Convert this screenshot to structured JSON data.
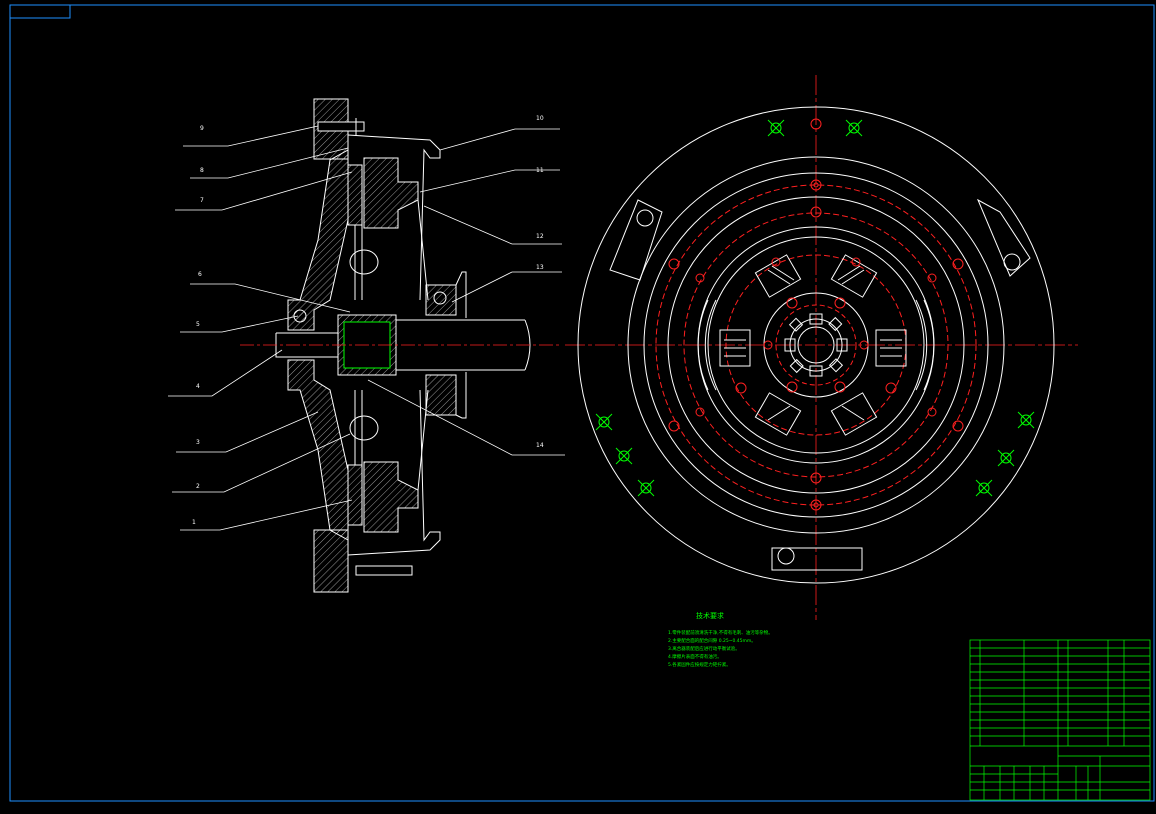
{
  "drawing": {
    "colors": {
      "background": "#000000",
      "frame": "#1e90ff",
      "lines": "#ffffff",
      "centerlines": "#ff2020",
      "annotation": "#00ff00"
    },
    "callouts": [
      "1",
      "2",
      "3",
      "4",
      "5",
      "6",
      "7",
      "8",
      "9",
      "10",
      "11",
      "12",
      "13",
      "14"
    ],
    "notes": {
      "title": "技术要求",
      "items": [
        "1.零件装配前须清洗干净,不得有毛刺、油污等杂物。",
        "2.主要配合面的配合间隙 0.25~0.45mm。",
        "3.离合器装配后应进行动平衡试验。",
        "4.摩擦片表面不得有油污。",
        "5.各紧固件应按规定力矩拧紧。"
      ]
    }
  }
}
